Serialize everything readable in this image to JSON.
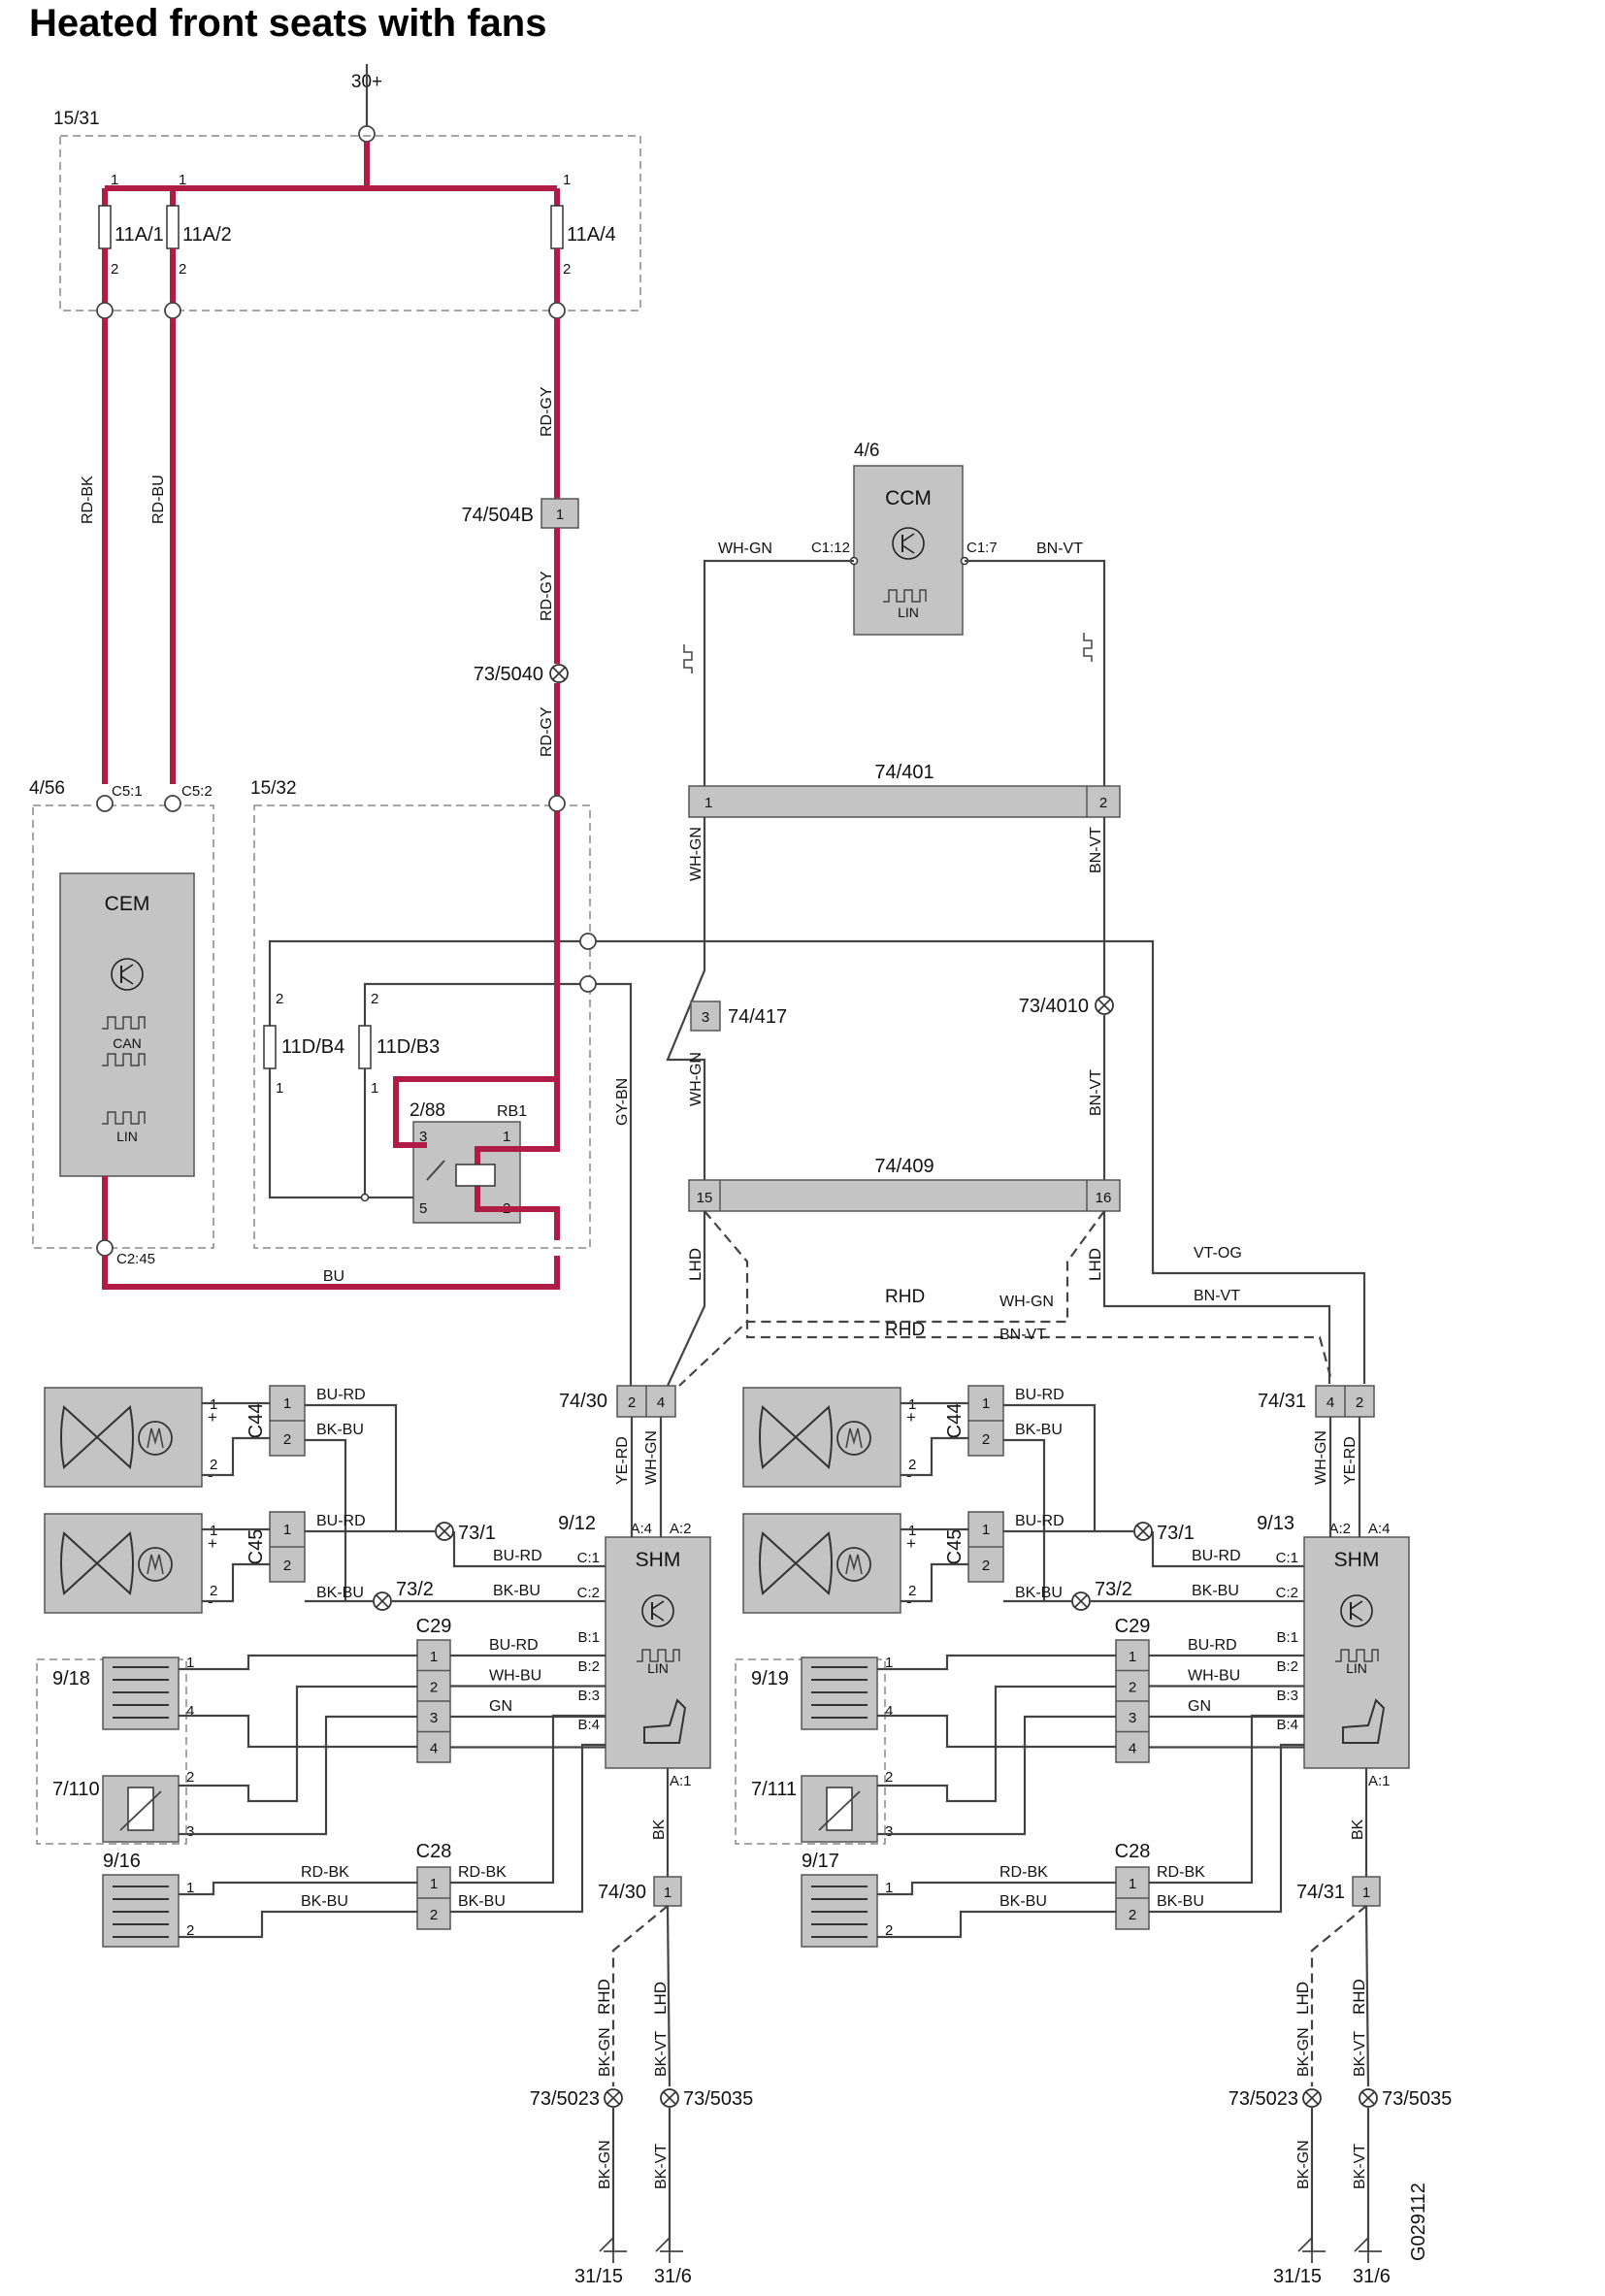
{
  "title": "Heated front seats with fans",
  "colors": {
    "power": "#b01c45",
    "wire": "#444444",
    "box_fill": "#c4c4c4",
    "box_stroke": "#555555",
    "dash": "#777777"
  },
  "power": {
    "supply": "30+"
  },
  "fuse_box": {
    "id": "15/31",
    "fuses": [
      "11A/1",
      "11A/2",
      "11A/4"
    ],
    "pin1": "1",
    "pin2": "2"
  },
  "wires": {
    "rd_bk": "RD-BK",
    "rd_bu": "RD-BU",
    "rd_gy": "RD-GY",
    "wh_gn": "WH-GN",
    "bn_vt": "BN-VT",
    "gy_bn": "GY-BN",
    "bu": "BU",
    "vt_og": "VT-OG",
    "ye_rd": "YE-RD",
    "bu_rd": "BU-RD",
    "bk_bu": "BK-BU",
    "wh_bu": "WH-BU",
    "gn": "GN",
    "bk": "BK",
    "bk_gn": "BK-GN",
    "bk_vt": "BK-VT"
  },
  "connectors": {
    "c_74_504b": "74/504B",
    "c_74_401": "74/401",
    "c_74_417": "74/417",
    "c_74_409": "74/409",
    "c_74_30": "74/30",
    "c_74_31": "74/31"
  },
  "splices": {
    "s_73_5040": "73/5040",
    "s_73_4010": "73/4010",
    "s_73_1": "73/1",
    "s_73_2": "73/2",
    "s_73_5023": "73/5023",
    "s_73_5035": "73/5035"
  },
  "ccm": {
    "id": "4/6",
    "name": "CCM",
    "pin_left": "C1:12",
    "pin_right": "C1:7",
    "lin": "LIN"
  },
  "cem": {
    "id": "4/56",
    "name": "CEM",
    "pin1": "C5:1",
    "pin2": "C5:2",
    "pin3": "C2:45",
    "can": "CAN",
    "lin": "LIN"
  },
  "relay_box": {
    "id": "15/32",
    "fuses": [
      "11D/B4",
      "11D/B3"
    ],
    "relay": "2/88",
    "relay_name": "RB1"
  },
  "pins": {
    "p1": "1",
    "p2": "2",
    "p3": "3",
    "p4": "4",
    "p5": "5",
    "p15": "15",
    "p16": "16"
  },
  "markers": {
    "lhd": "LHD",
    "rhd": "RHD"
  },
  "shm_left": {
    "id": "9/12",
    "name": "SHM",
    "lin": "LIN",
    "pins": [
      "A:4",
      "A:2",
      "C:1",
      "C:2",
      "B:1",
      "B:2",
      "B:3",
      "B:4",
      "A:1"
    ]
  },
  "shm_right": {
    "id": "9/13",
    "name": "SHM",
    "lin": "LIN",
    "pins": [
      "A:2",
      "A:4",
      "C:1",
      "C:2",
      "B:1",
      "B:2",
      "B:3",
      "B:4",
      "A:1"
    ]
  },
  "seat_left": {
    "fan1": "C44",
    "fan2": "C45",
    "c29": "C29",
    "c28": "C28",
    "heater_back": "9/18",
    "sensor": "7/110",
    "heater_cushion": "9/16"
  },
  "seat_right": {
    "fan1": "C44",
    "fan2": "C45",
    "c29": "C29",
    "c28": "C28",
    "heater_back": "9/19",
    "sensor": "7/111",
    "heater_cushion": "9/17"
  },
  "signs": {
    "plus": "+",
    "minus": "-"
  },
  "grounds": [
    "31/15",
    "31/6"
  ],
  "figure_code": "G029112"
}
